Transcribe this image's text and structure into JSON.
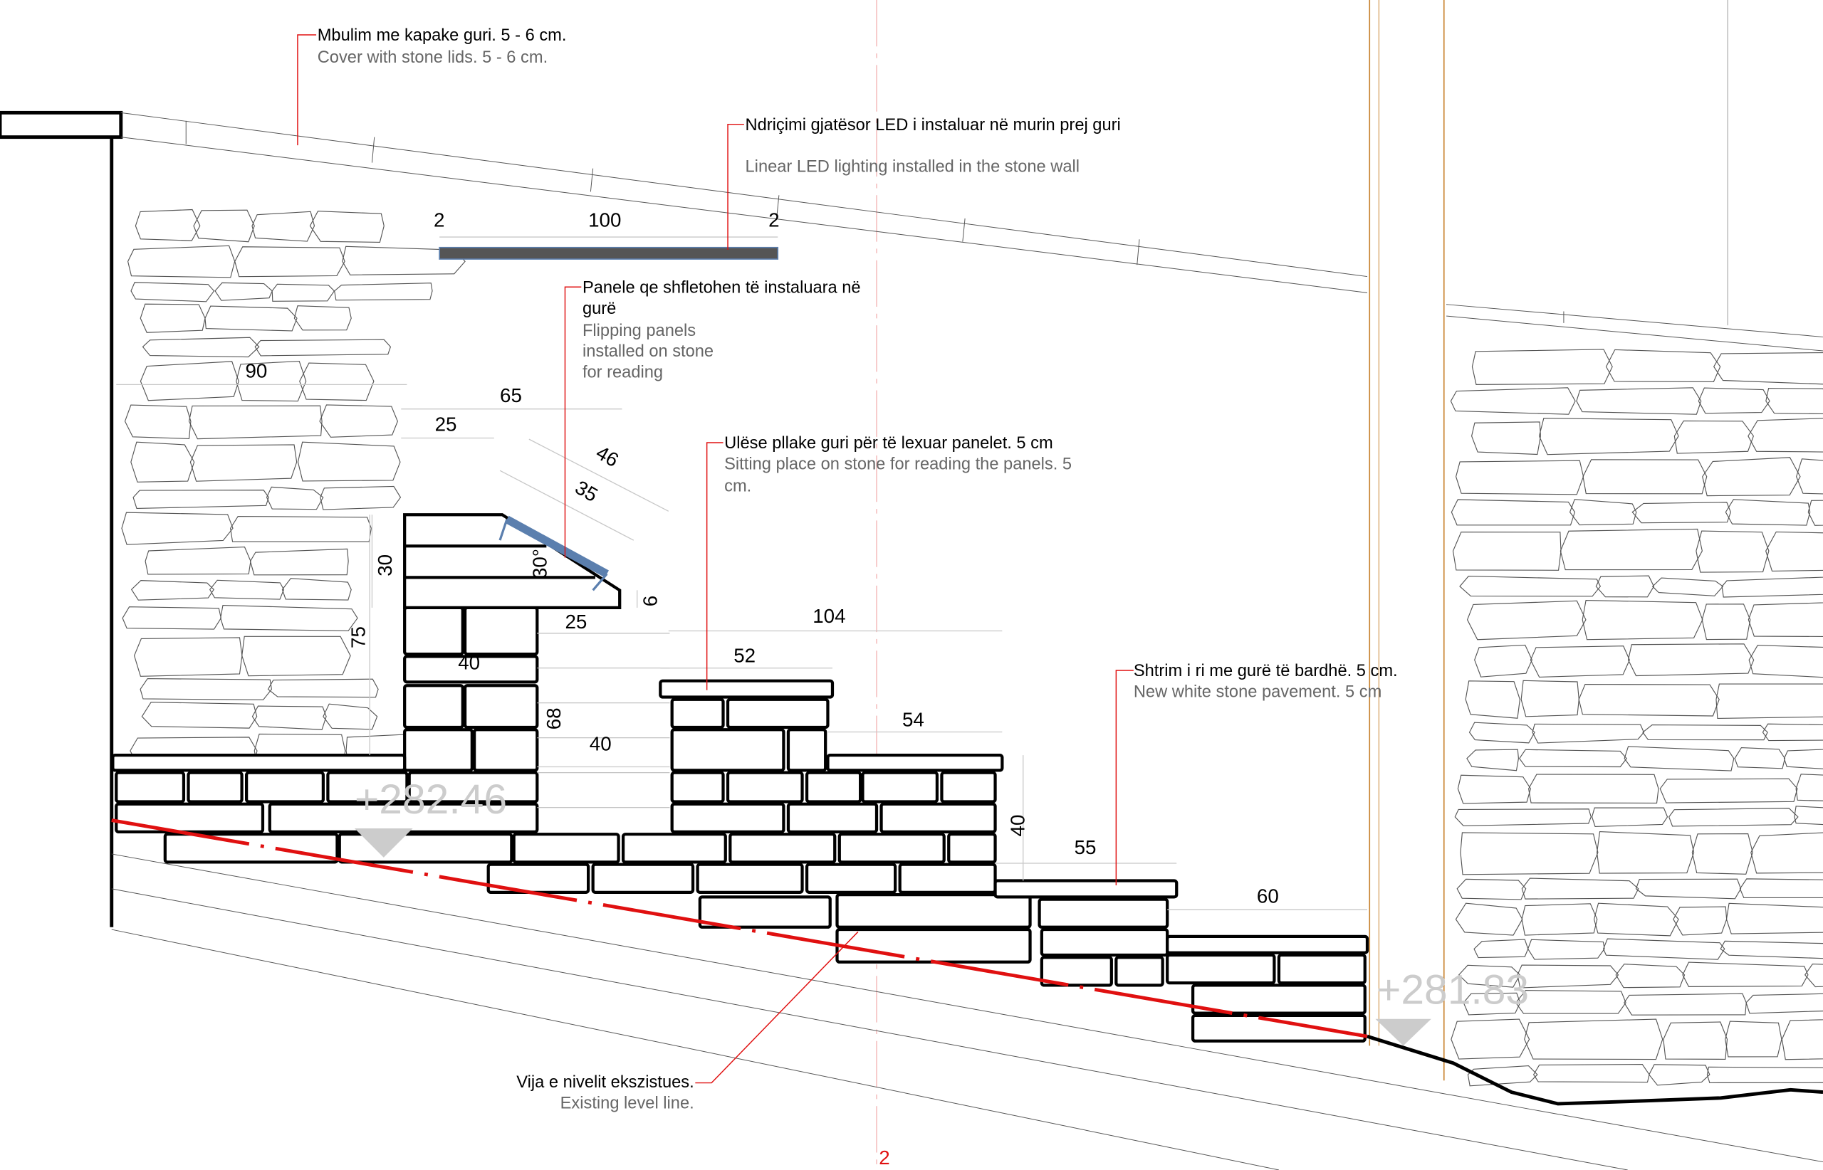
{
  "drawing": {
    "notes": {
      "stone_lids": {
        "sq": "Mbulim me kapake guri. 5 - 6 cm.",
        "en": "Cover with stone lids. 5 - 6 cm."
      },
      "led": {
        "sq": "Ndriçimi gjatësor LED i instaluar në murin prej guri",
        "en": "Linear LED lighting installed in the stone wall"
      },
      "panels": {
        "sq_1": "Panele qe shfletohen të instaluara në",
        "sq_2": "gurë",
        "en_1": "Flipping panels",
        "en_2": "installed on stone",
        "en_3": "for reading"
      },
      "seat": {
        "sq": "Ulëse pllake guri për të lexuar panelet. 5 cm",
        "en_1": "Sitting place on stone for reading the panels. 5",
        "en_2": "cm."
      },
      "pavement": {
        "sq": "Shtrim i ri me gurë të bardhë. 5 cm.",
        "en": "New white stone pavement. 5 cm"
      },
      "level_line": {
        "sq": "Vija e nivelit ekszistues.",
        "en": "Existing level line."
      }
    },
    "dimensions": {
      "led_left": "2",
      "led_length": "100",
      "led_right": "2",
      "d90": "90",
      "d65": "65",
      "d25a": "25",
      "d46": "46",
      "d35": "35",
      "d30": "30",
      "d30deg": "30°",
      "d6": "6",
      "d25b": "25",
      "d75": "75",
      "d40a": "40",
      "d68": "68",
      "d40b": "40",
      "d104": "104",
      "d52": "52",
      "d54": "54",
      "d40c": "40",
      "d55": "55",
      "d60": "60"
    },
    "elevations": {
      "upper": "+282.46",
      "lower": "+281.83"
    },
    "section_marker": "2",
    "colors": {
      "level_line": "#e01010",
      "panel": "#5b7fae",
      "led": "#555555",
      "guide": "#c8822e"
    }
  }
}
